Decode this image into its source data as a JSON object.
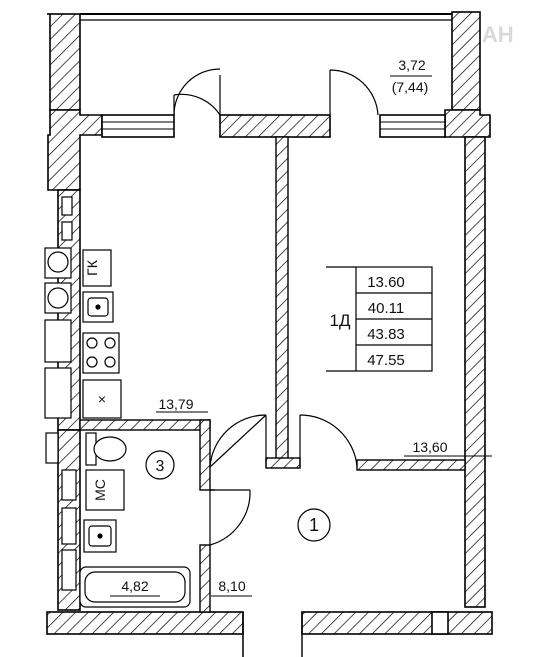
{
  "watermark": "ЦИАН",
  "balcony": {
    "area": "3,72",
    "area_full": "(7,44)"
  },
  "apartment": {
    "type": "1Д",
    "areas": [
      "13.60",
      "40.11",
      "43.83",
      "47.55"
    ]
  },
  "rooms": {
    "kitchen_area": "13,79",
    "living_area": "13,60",
    "bathroom_number": "3",
    "bathroom_area": "4,82",
    "hall_number": "1",
    "hall_area": "8,10"
  },
  "fixtures": {
    "gas_boiler": "ГК",
    "washing_machine": "МС",
    "sink_mark": "×"
  }
}
